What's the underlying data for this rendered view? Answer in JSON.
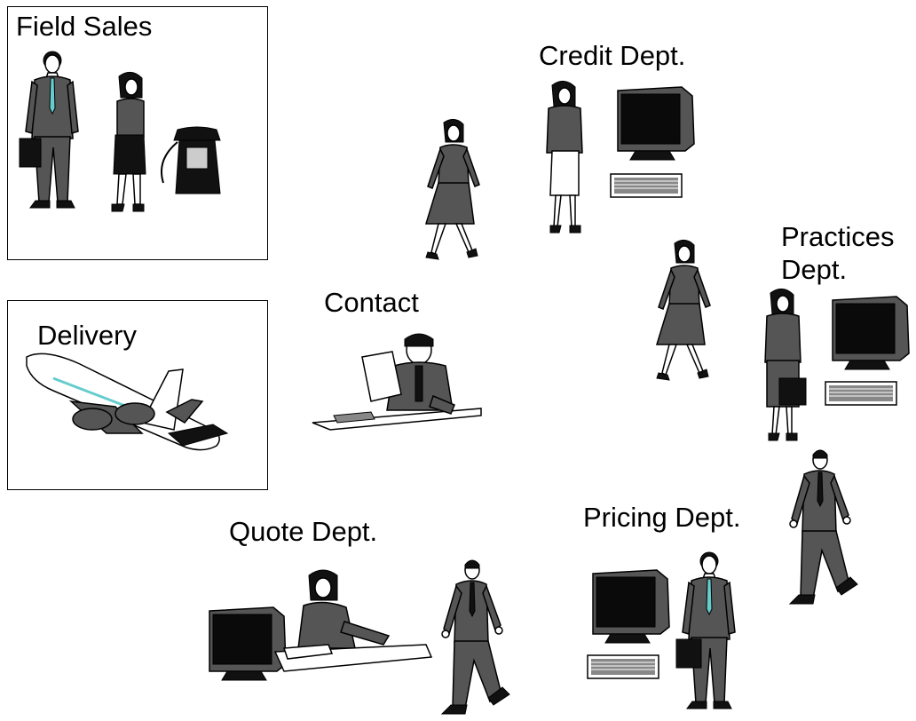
{
  "labels": {
    "field_sales": "Field Sales",
    "delivery": "Delivery",
    "credit": "Credit Dept.",
    "practices_1": "Practices",
    "practices_2": "Dept.",
    "contact": "Contact",
    "quote": "Quote Dept.",
    "pricing": "Pricing Dept."
  },
  "colors": {
    "suit": "#555555",
    "dark": "#111111",
    "screen": "#0a0a0a",
    "tie": "#66cccc",
    "light": "#ffffff",
    "outline": "#000000"
  }
}
